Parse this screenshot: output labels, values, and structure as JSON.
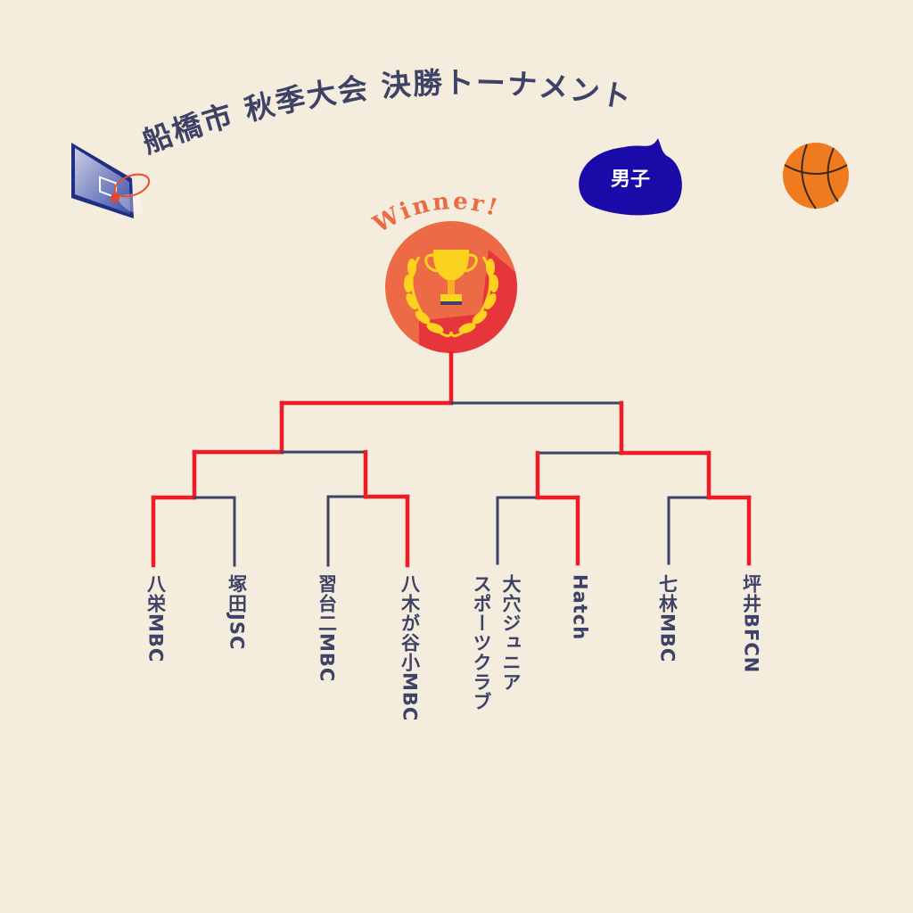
{
  "title": "船橋市 秋季大会 決勝トーナメント",
  "division_badge": "男子",
  "winner_label": "Winner!",
  "colors": {
    "background": "#f4ecdd",
    "winner_path": "#ee1c25",
    "bracket_line": "#3d4266",
    "badge": "#1a0aa8",
    "trophy_circle": "#ec6a45",
    "ball": "#f07a1e"
  },
  "teams": [
    {
      "name": "八栄MBC",
      "won_round1": true
    },
    {
      "name": "塚田JSC",
      "won_round1": false
    },
    {
      "name": "習台二MBC",
      "won_round1": false
    },
    {
      "name": "八木が谷小MBC",
      "won_round1": true
    },
    {
      "name": "大穴ジュニア\nスポーツクラブ",
      "won_round1": false
    },
    {
      "name": "Hatch",
      "won_round1": true
    },
    {
      "name": "七林MBC",
      "won_round1": false
    },
    {
      "name": "坪井BFCN",
      "won_round1": true
    }
  ],
  "semifinal_winners": [
    "八栄MBC",
    "坪井BFCN"
  ],
  "champion": "八栄MBC",
  "icons": [
    "basketball-hoop-icon",
    "speech-bubble-icon",
    "basketball-icon",
    "trophy-icon",
    "laurel-wreath-icon"
  ]
}
